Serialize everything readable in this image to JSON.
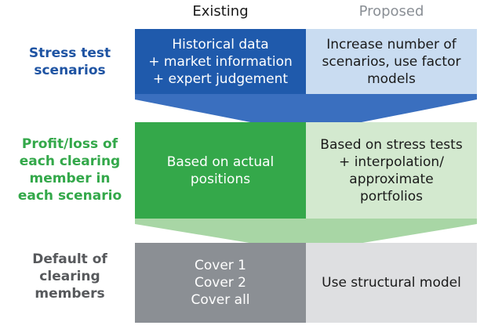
{
  "columns": {
    "existing": "Existing",
    "proposed": "Proposed"
  },
  "rows": [
    {
      "label": [
        "Stress test",
        "scenarios"
      ],
      "existing": [
        "Historical data",
        "+ market information",
        "+ expert judgement"
      ],
      "proposed": [
        "Increase number of",
        "scenarios, use factor",
        "models"
      ]
    },
    {
      "label": [
        "Profit/loss of",
        "each clearing",
        "member in",
        "each scenario"
      ],
      "existing": [
        "Based on actual",
        "positions"
      ],
      "proposed": [
        "Based on stress tests",
        "+ interpolation/",
        "approximate",
        "portfolios"
      ]
    },
    {
      "label": [
        "Default of",
        "clearing",
        "members"
      ],
      "existing": [
        "Cover 1",
        "Cover 2",
        "Cover all"
      ],
      "proposed": [
        "Use structural model"
      ]
    }
  ],
  "colors": {
    "row1_existing": "#1f5aac",
    "row1_proposed": "#c9dcf1",
    "row1_label": "#1f54a3",
    "row2_existing": "#34a84a",
    "row2_proposed": "#d3e9cf",
    "row2_label": "#33a84a",
    "row3_existing": "#8b8f94",
    "row3_proposed": "#dedfe1",
    "row3_label": "#57595c",
    "arrow1": "#3a6fbf",
    "arrow2": "#a8d6a5"
  }
}
